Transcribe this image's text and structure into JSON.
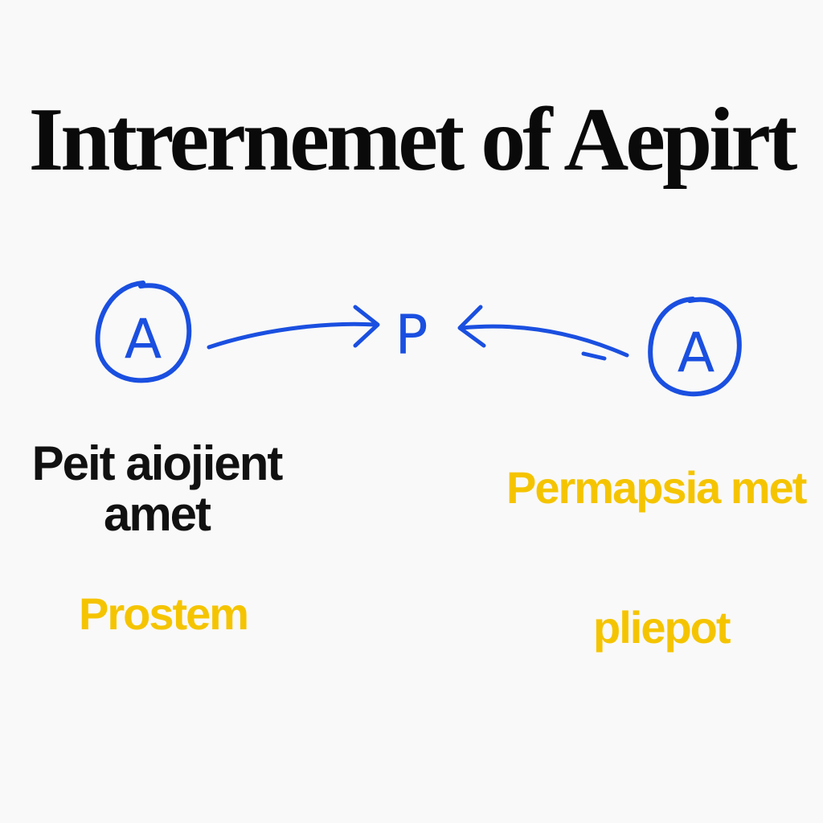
{
  "title": "Intrernemet of Aepirt",
  "nodes": {
    "left": "A",
    "center": "P",
    "right": "A"
  },
  "labels": {
    "left_line1": "Peit aiojient",
    "left_line2": "amet",
    "right_top": "Permapsia met",
    "left_bottom": "Prostem",
    "right_bottom": "pliepot"
  },
  "colors": {
    "background": "#f9f9f9",
    "title": "#0a0a0a",
    "diagram_blue": "#1a4fe0",
    "label_black": "#111111",
    "label_yellow": "#f5c400"
  }
}
